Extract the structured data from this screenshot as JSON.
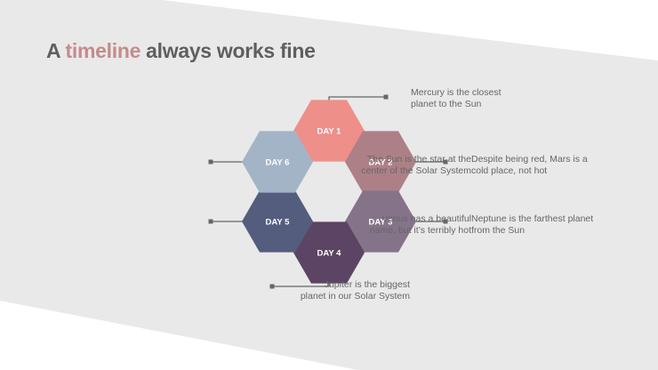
{
  "title": {
    "prefix": "A ",
    "highlight": "timeline",
    "suffix": " always works fine"
  },
  "colors": {
    "background": "#ffffff",
    "panel": "#e9e9e9",
    "title_text": "#5f5f5f",
    "title_highlight": "#c48b8d",
    "connector": "#666666",
    "caption_text": "#666666"
  },
  "days": [
    {
      "label": "DAY 1",
      "color": "#ee8f89",
      "caption_lines": [
        "Mercury is the closest",
        "planet to the Sun"
      ]
    },
    {
      "label": "DAY 2",
      "color": "#ad8087",
      "caption_lines": [
        "Despite being red, Mars is a",
        "cold place, not hot"
      ]
    },
    {
      "label": "DAY 3",
      "color": "#857489",
      "caption_lines": [
        "Neptune is the farthest planet",
        "from the Sun"
      ]
    },
    {
      "label": "DAY 4",
      "color": "#5b4464",
      "caption_lines": [
        "Jupiter is the biggest",
        "planet in our Solar System"
      ]
    },
    {
      "label": "DAY 5",
      "color": "#545d7e",
      "caption_lines": [
        "Venus has a beautiful",
        "name, but it’s terribly hot"
      ]
    },
    {
      "label": "DAY 6",
      "color": "#a4b4c7",
      "caption_lines": [
        "The Sun is the star at the",
        "center of the Solar System"
      ]
    }
  ]
}
